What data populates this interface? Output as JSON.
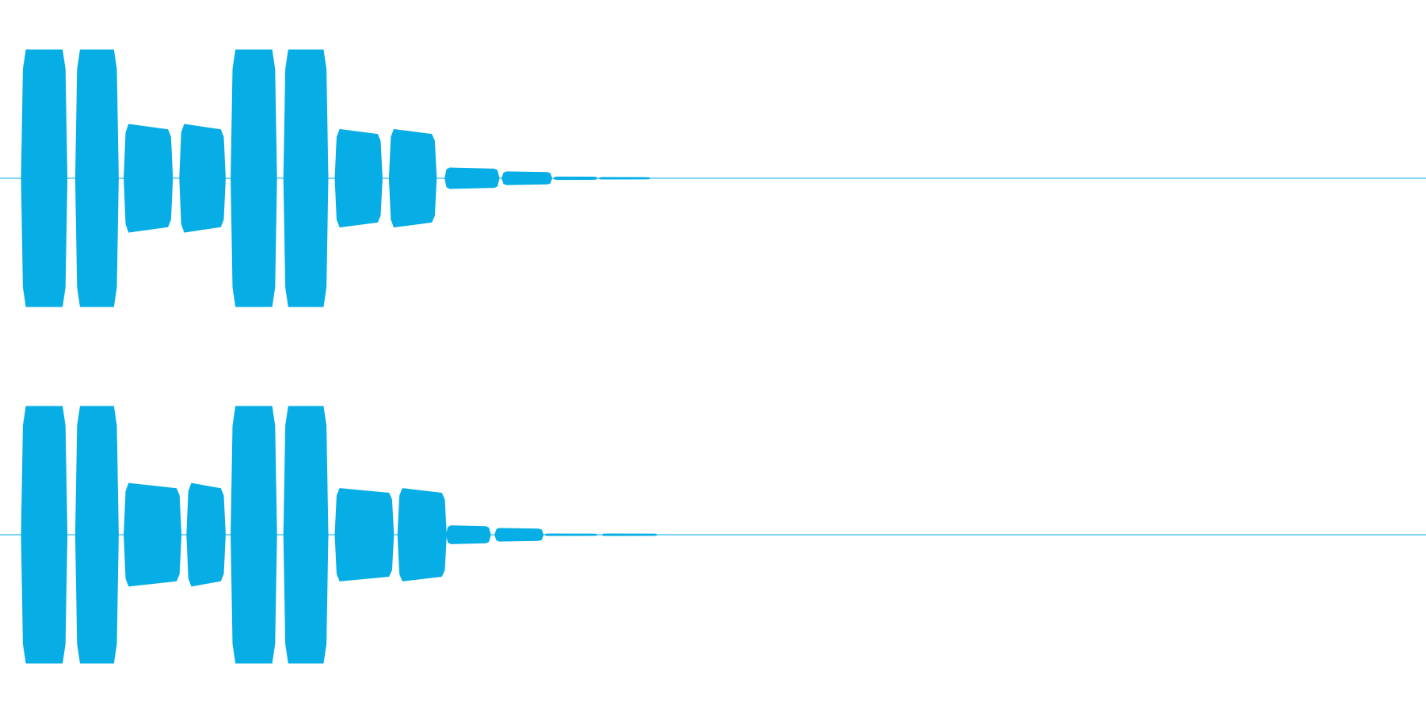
{
  "waveform": {
    "color": "#07AEE5",
    "background": "#FFFFFF",
    "channel_count": 2,
    "channels": [
      {
        "segments": [
          {
            "start": 0.015,
            "end": 0.047,
            "peak": 1.0
          },
          {
            "start": 0.053,
            "end": 0.083,
            "peak": 1.0
          },
          {
            "start": 0.087,
            "end": 0.121,
            "peak": 0.42
          },
          {
            "start": 0.126,
            "end": 0.158,
            "peak": 0.42
          },
          {
            "start": 0.162,
            "end": 0.194,
            "peak": 1.0
          },
          {
            "start": 0.199,
            "end": 0.23,
            "peak": 1.0
          },
          {
            "start": 0.235,
            "end": 0.268,
            "peak": 0.38
          },
          {
            "start": 0.273,
            "end": 0.306,
            "peak": 0.38
          },
          {
            "start": 0.312,
            "end": 0.35,
            "peak": 0.08
          },
          {
            "start": 0.352,
            "end": 0.387,
            "peak": 0.05
          },
          {
            "start": 0.388,
            "end": 0.419,
            "peak": 0.01
          },
          {
            "start": 0.42,
            "end": 0.456,
            "peak": 0.004
          }
        ]
      },
      {
        "segments": [
          {
            "start": 0.015,
            "end": 0.047,
            "peak": 1.0
          },
          {
            "start": 0.053,
            "end": 0.083,
            "peak": 1.0
          },
          {
            "start": 0.087,
            "end": 0.127,
            "peak": 0.4
          },
          {
            "start": 0.131,
            "end": 0.158,
            "peak": 0.4
          },
          {
            "start": 0.162,
            "end": 0.194,
            "peak": 1.0
          },
          {
            "start": 0.199,
            "end": 0.23,
            "peak": 1.0
          },
          {
            "start": 0.235,
            "end": 0.276,
            "peak": 0.36
          },
          {
            "start": 0.279,
            "end": 0.313,
            "peak": 0.36
          },
          {
            "start": 0.313,
            "end": 0.344,
            "peak": 0.07
          },
          {
            "start": 0.347,
            "end": 0.381,
            "peak": 0.05
          },
          {
            "start": 0.382,
            "end": 0.419,
            "peak": 0.006
          },
          {
            "start": 0.422,
            "end": 0.461,
            "peak": 0.004
          }
        ]
      }
    ]
  }
}
